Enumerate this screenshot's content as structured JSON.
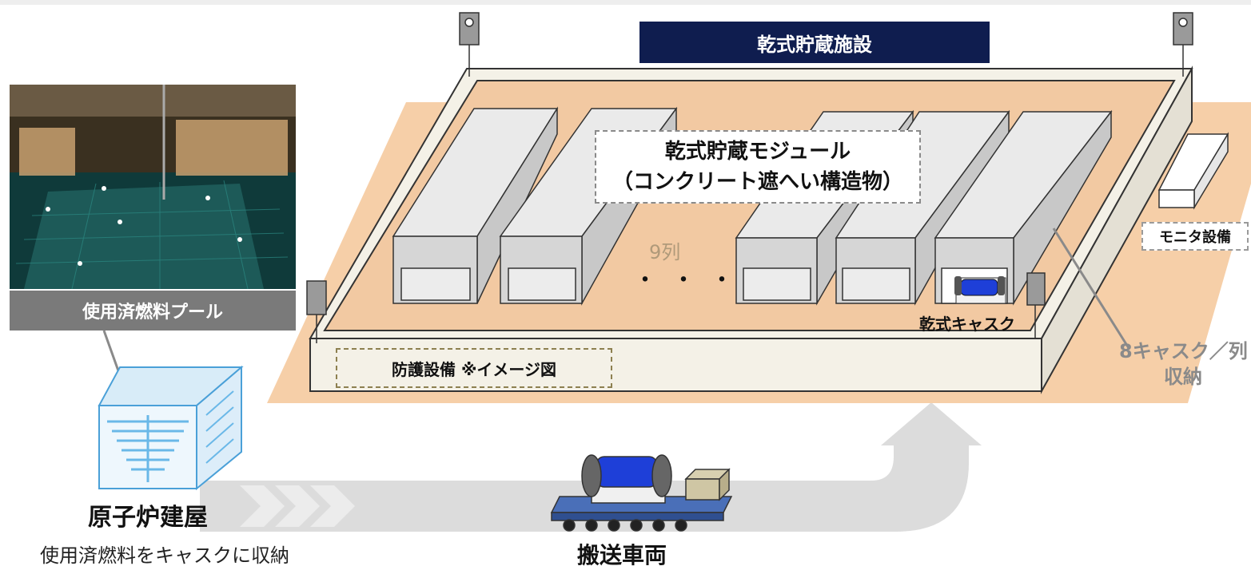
{
  "facility": {
    "title": "乾式貯蔵施設",
    "module_label_line1": "乾式貯蔵モジュール",
    "module_label_line2": "（コンクリート遮へい構造物）",
    "rows_count": "9列",
    "dots": "・・・",
    "cask_label": "乾式キャスク",
    "storage_note_line1": "8キャスク／列",
    "storage_note_line2": "収納",
    "protection_label": "防護設備 ※イメージ図",
    "monitor_label": "モニタ設備"
  },
  "pool": {
    "caption": "使用済燃料プール"
  },
  "reactor": {
    "name": "原子炉建屋",
    "description": "使用済燃料をキャスクに収納"
  },
  "vehicle": {
    "label": "搬送車両"
  },
  "colors": {
    "title_bg": "#0f1d4f",
    "ground": "#f6cfa8",
    "module": "#d6d6d6",
    "wall": "#f3f0e6",
    "cask": "#1e3fd8",
    "vehicle_deck": "#4a6fb8",
    "arrow": "#dcdcdc"
  }
}
